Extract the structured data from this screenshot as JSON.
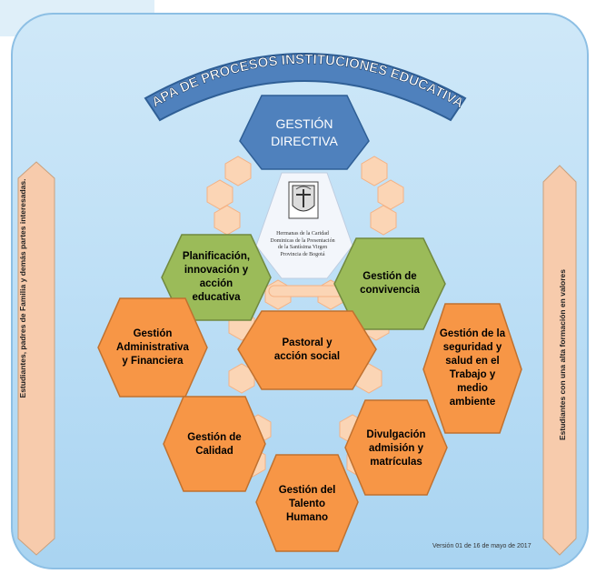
{
  "title": "MAPA DE PROCESOS INSTITUCIONES EDUCATIVAS",
  "left_side_label": "Estudiantes, padres de Familia y demás partes interesadas.",
  "right_side_label": "Estudiantes con una alta formación en valores",
  "logo_text": "Hermanas de la Caridad\nDominicas de la Presentación\nde la Santísima Virgen\nProvincia de Bogotá",
  "version": "Versión 01 de 16 de mayo de 2017",
  "colors": {
    "directiva": "#4f81bd",
    "green": "#9bbb59",
    "orange": "#f79646",
    "connector": "#fbd5b5",
    "arrow": "#f7cbac"
  },
  "processes": {
    "directiva": "GESTIÓN\nDIRECTIVA",
    "planificacion": "Planificación,\ninnovación y\nacción\neducativa",
    "convivencia": "Gestión de\nconvivencia",
    "administrativa": "Gestión\nAdministrativa\ny Financiera",
    "pastoral": "Pastoral y\nacción social",
    "seguridad": "Gestión de la\nseguridad y\nsalud en el\nTrabajo y\nmedio\nambiente",
    "calidad": "Gestión de\nCalidad",
    "divulgacion": "Divulgación\nadmisión y\nmatrículas",
    "talento": "Gestión del\nTalento\nHumano"
  }
}
